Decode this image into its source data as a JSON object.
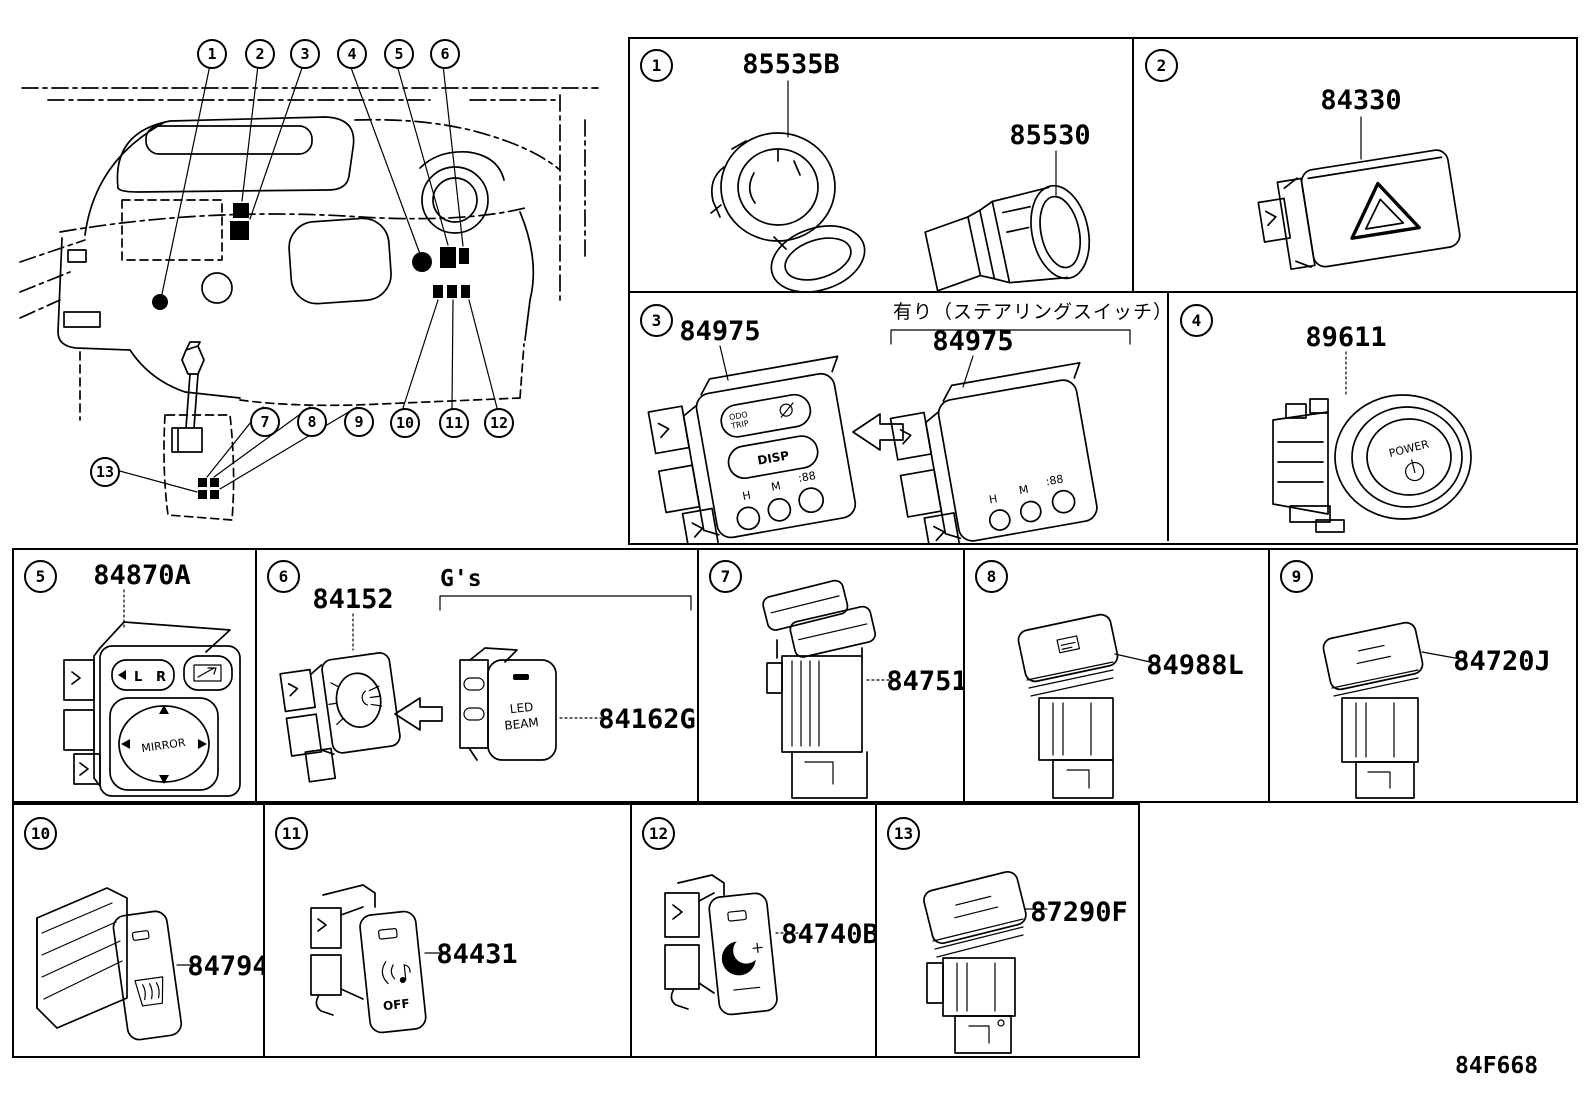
{
  "doc": {
    "code": "84F668"
  },
  "overview": {
    "callouts": [
      "1",
      "2",
      "3",
      "4",
      "5",
      "6",
      "7",
      "8",
      "9",
      "10",
      "11",
      "12",
      "13"
    ]
  },
  "cells": {
    "c1": {
      "num": "1",
      "part_a": "85535B",
      "part_b": "85530"
    },
    "c2": {
      "num": "2",
      "part_a": "84330"
    },
    "c3": {
      "num": "3",
      "variant_note": "有り（ステアリングスイッチ）",
      "part_a": "84975",
      "part_b": "84975",
      "labels": {
        "odo": "ODO",
        "trip": "TRIP",
        "disp": "DISP",
        "h": "H",
        "m": "M",
        "t88": ":88"
      }
    },
    "c4": {
      "num": "4",
      "part_a": "89611",
      "labels": {
        "power": "POWER"
      }
    },
    "c5": {
      "num": "5",
      "part_a": "84870A",
      "labels": {
        "l": "L",
        "r": "R",
        "mirror": "MIRROR"
      }
    },
    "c6": {
      "num": "6",
      "grade_note": "G's",
      "part_a": "84152",
      "part_b": "84162G",
      "labels": {
        "led": "LED",
        "beam": "BEAM"
      }
    },
    "c7": {
      "num": "7",
      "part_a": "84751"
    },
    "c8": {
      "num": "8",
      "part_a": "84988L"
    },
    "c9": {
      "num": "9",
      "part_a": "84720J"
    },
    "c10": {
      "num": "10",
      "part_a": "84794"
    },
    "c11": {
      "num": "11",
      "part_a": "84431",
      "labels": {
        "off": "OFF"
      }
    },
    "c12": {
      "num": "12",
      "part_a": "84740B"
    },
    "c13": {
      "num": "13",
      "part_a": "87290F"
    }
  }
}
